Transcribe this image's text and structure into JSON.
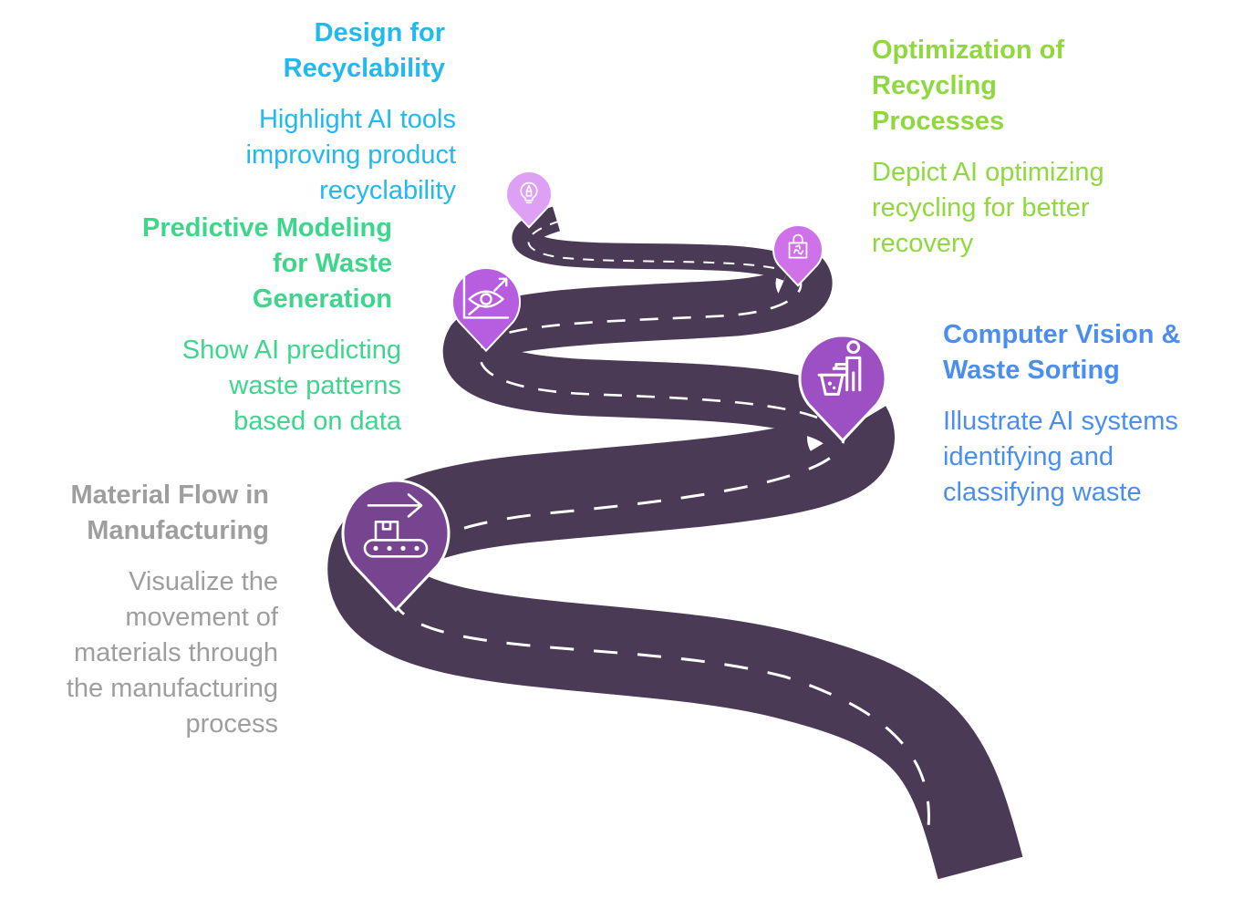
{
  "diagram": {
    "type": "winding-road-roadmap",
    "road_color": "#4b3a56",
    "lane_marking_color": "#ffffff",
    "stages": [
      {
        "id": "material",
        "title": "Material Flow in\nManufacturing",
        "description": "Visualize the\nmovement of\nmaterials through\nthe manufacturing\nprocess",
        "text_color": "#9e9e9e",
        "pin_color": "#77458f",
        "icon": "conveyor-belt-icon"
      },
      {
        "id": "vision",
        "title": "Computer Vision &\nWaste Sorting",
        "description": "Illustrate AI systems\nidentifying and\nclassifying waste",
        "text_color": "#4a8ef0",
        "pin_color": "#9d4fc4",
        "icon": "person-trash-bin-icon"
      },
      {
        "id": "predict",
        "title": "Predictive Modeling\nfor Waste\nGeneration",
        "description": "Show AI predicting\nwaste patterns\nbased on data",
        "text_color": "#3dd68c",
        "pin_color": "#b75ee0",
        "icon": "eye-chart-icon"
      },
      {
        "id": "optim",
        "title": "Optimization of\nRecycling\nProcesses",
        "description": "Depict AI optimizing\nrecycling for better\nrecovery",
        "text_color": "#8fd93f",
        "pin_color": "#cf72ea",
        "icon": "recycle-bag-icon"
      },
      {
        "id": "design",
        "title": "Design for\nRecyclability",
        "description": "Highlight AI tools\nimproving product\nrecyclability",
        "text_color": "#22b8f0",
        "pin_color": "#dda0f5",
        "icon": "lightbulb-pencil-icon"
      }
    ]
  }
}
